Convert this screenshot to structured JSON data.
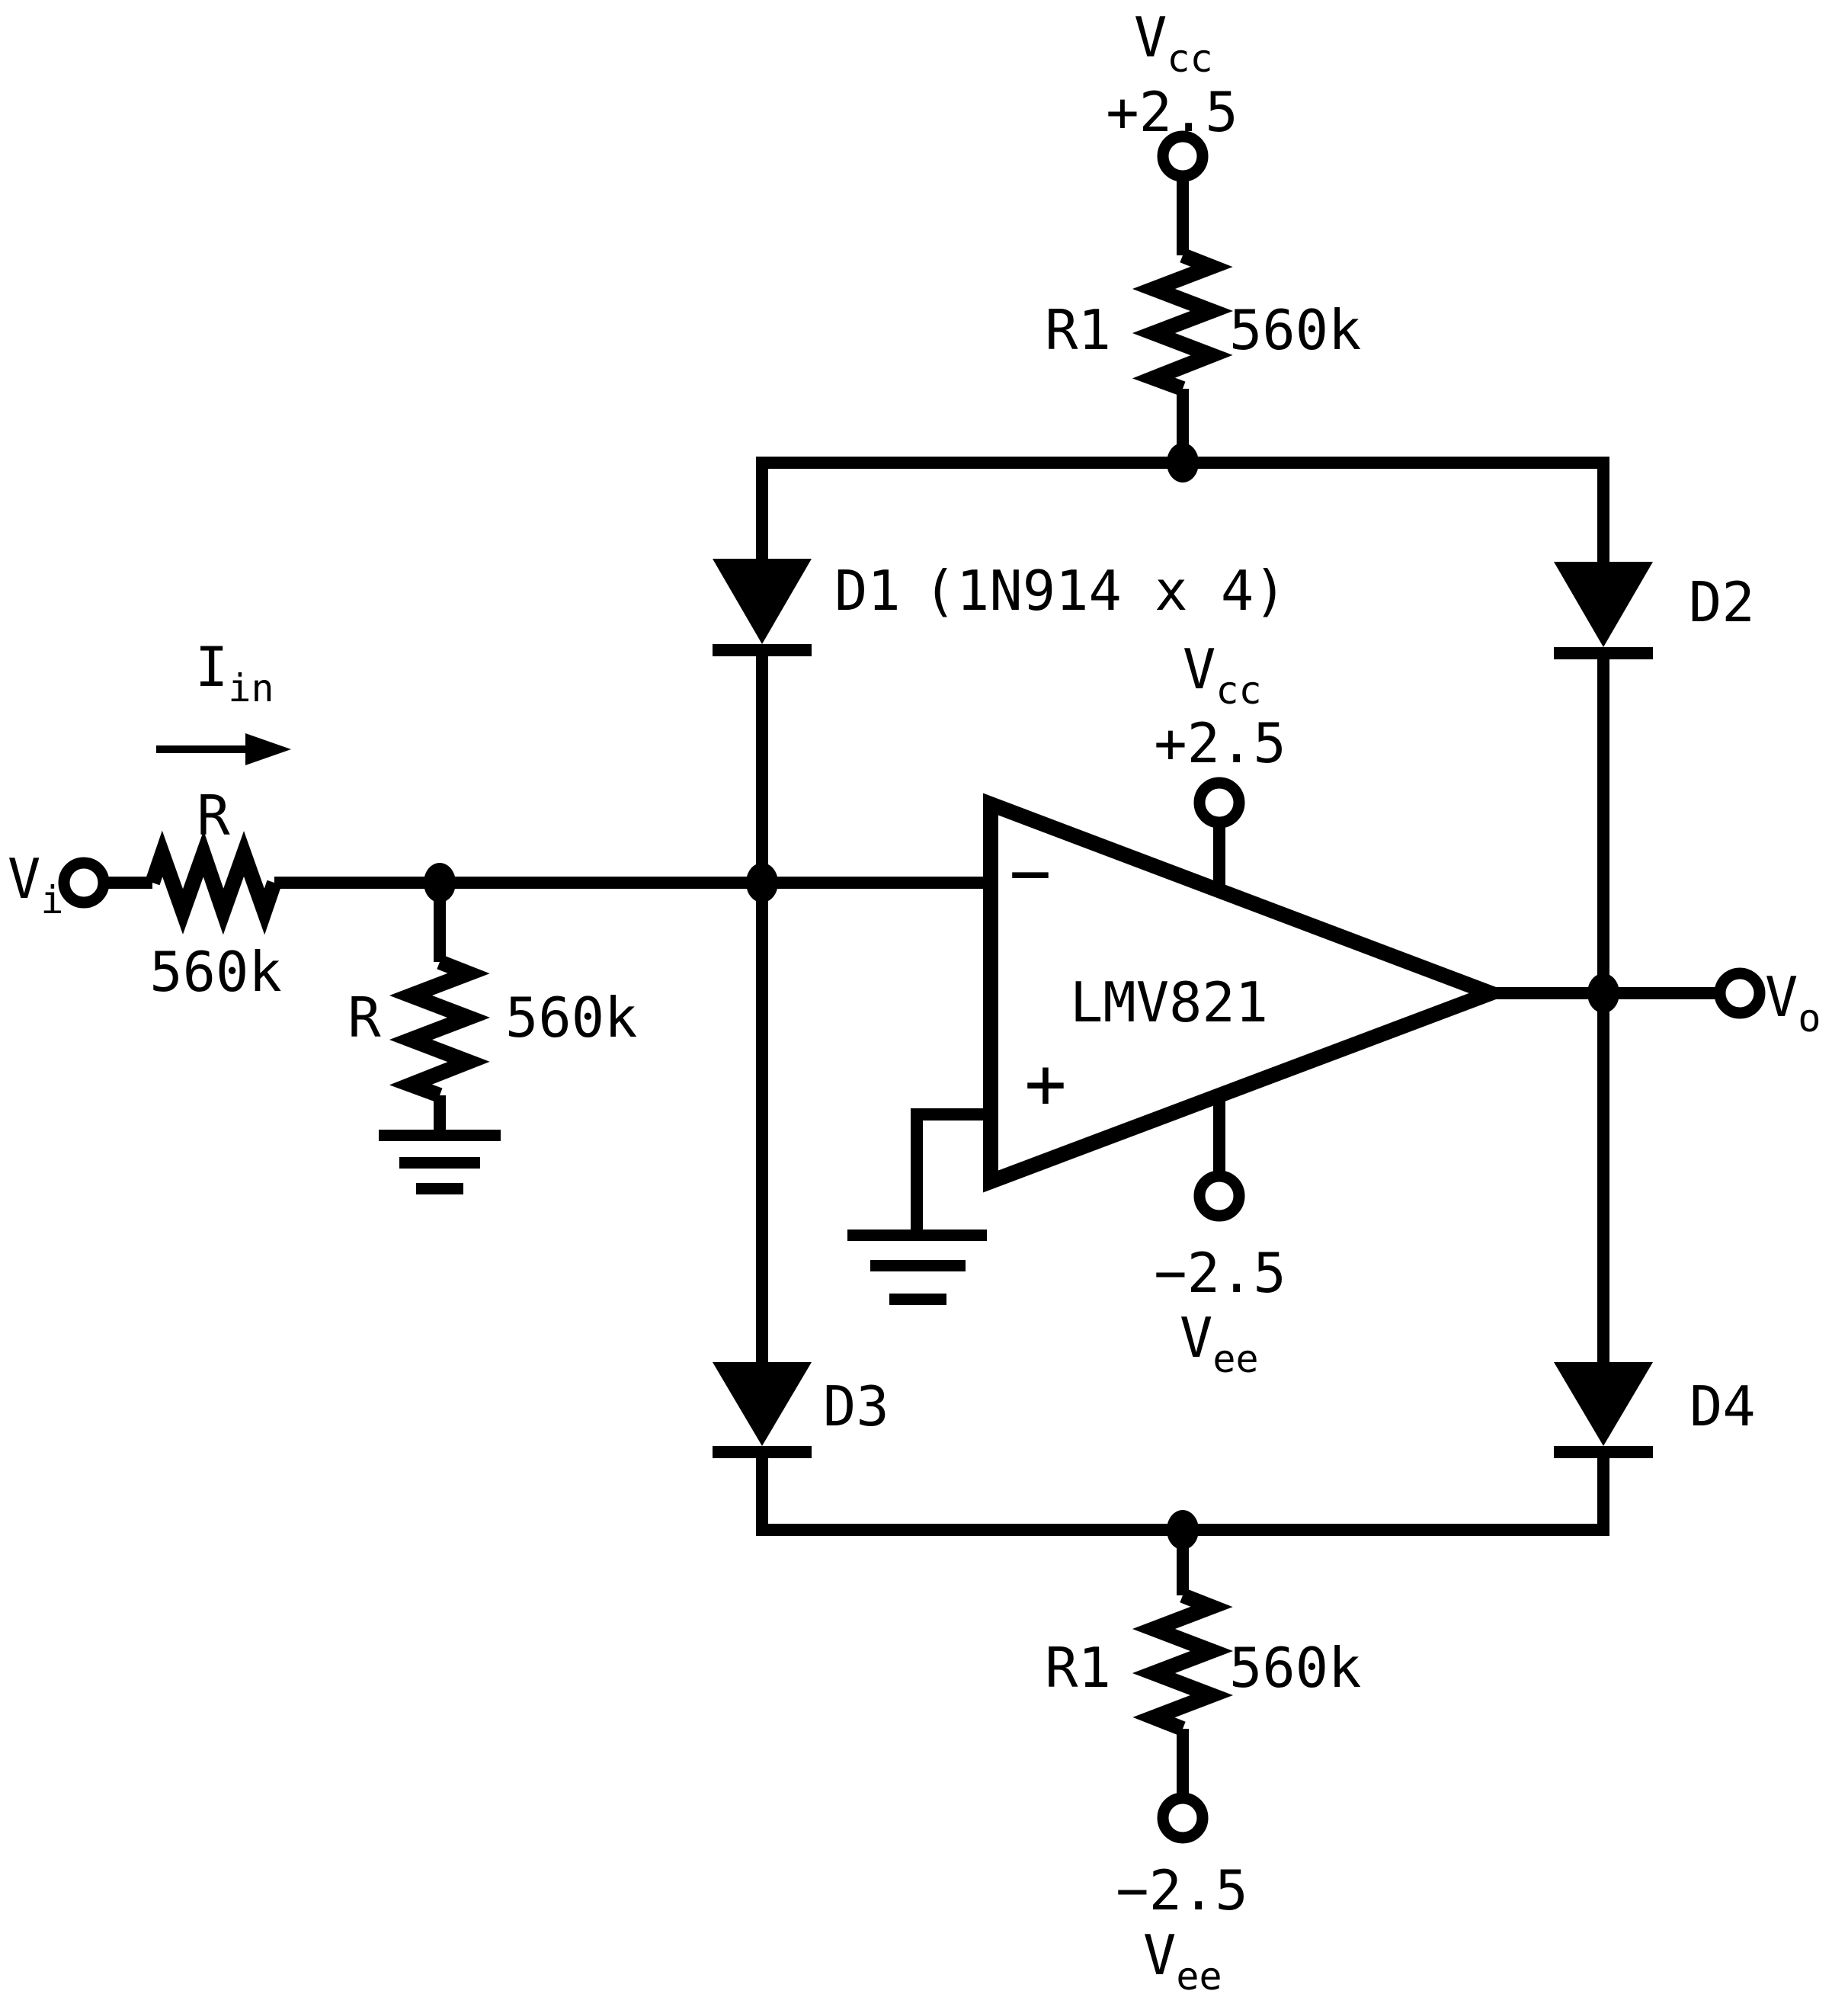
{
  "ports": {
    "vin": {
      "base": "V",
      "sub": "i"
    },
    "vout": {
      "base": "V",
      "sub": "o"
    },
    "iin": {
      "base": "I",
      "sub": "in"
    }
  },
  "supplies": {
    "vcc_top": {
      "base": "V",
      "sub": "cc",
      "value": "+2.5"
    },
    "opamp_vcc": {
      "base": "V",
      "sub": "cc",
      "value": "+2.5"
    },
    "opamp_vee": {
      "base": "V",
      "sub": "ee",
      "value": "−2.5"
    },
    "vee_bottom": {
      "base": "V",
      "sub": "ee",
      "value": "−2.5"
    }
  },
  "resistors": {
    "r1_top": {
      "ref": "R1",
      "value": "560k"
    },
    "r1_bottom": {
      "ref": "R1",
      "value": "560k"
    },
    "r_series": {
      "ref": "R",
      "value": "560k"
    },
    "r_shunt": {
      "ref": "R",
      "value": "560k"
    }
  },
  "diodes": {
    "d1": {
      "ref": "D1",
      "note": "(1N914 x 4)"
    },
    "d2": {
      "ref": "D2"
    },
    "d3": {
      "ref": "D3"
    },
    "d4": {
      "ref": "D4"
    }
  },
  "opamp": {
    "part": "LMV821",
    "inverting_input": "−",
    "noninverting_input": "+"
  }
}
